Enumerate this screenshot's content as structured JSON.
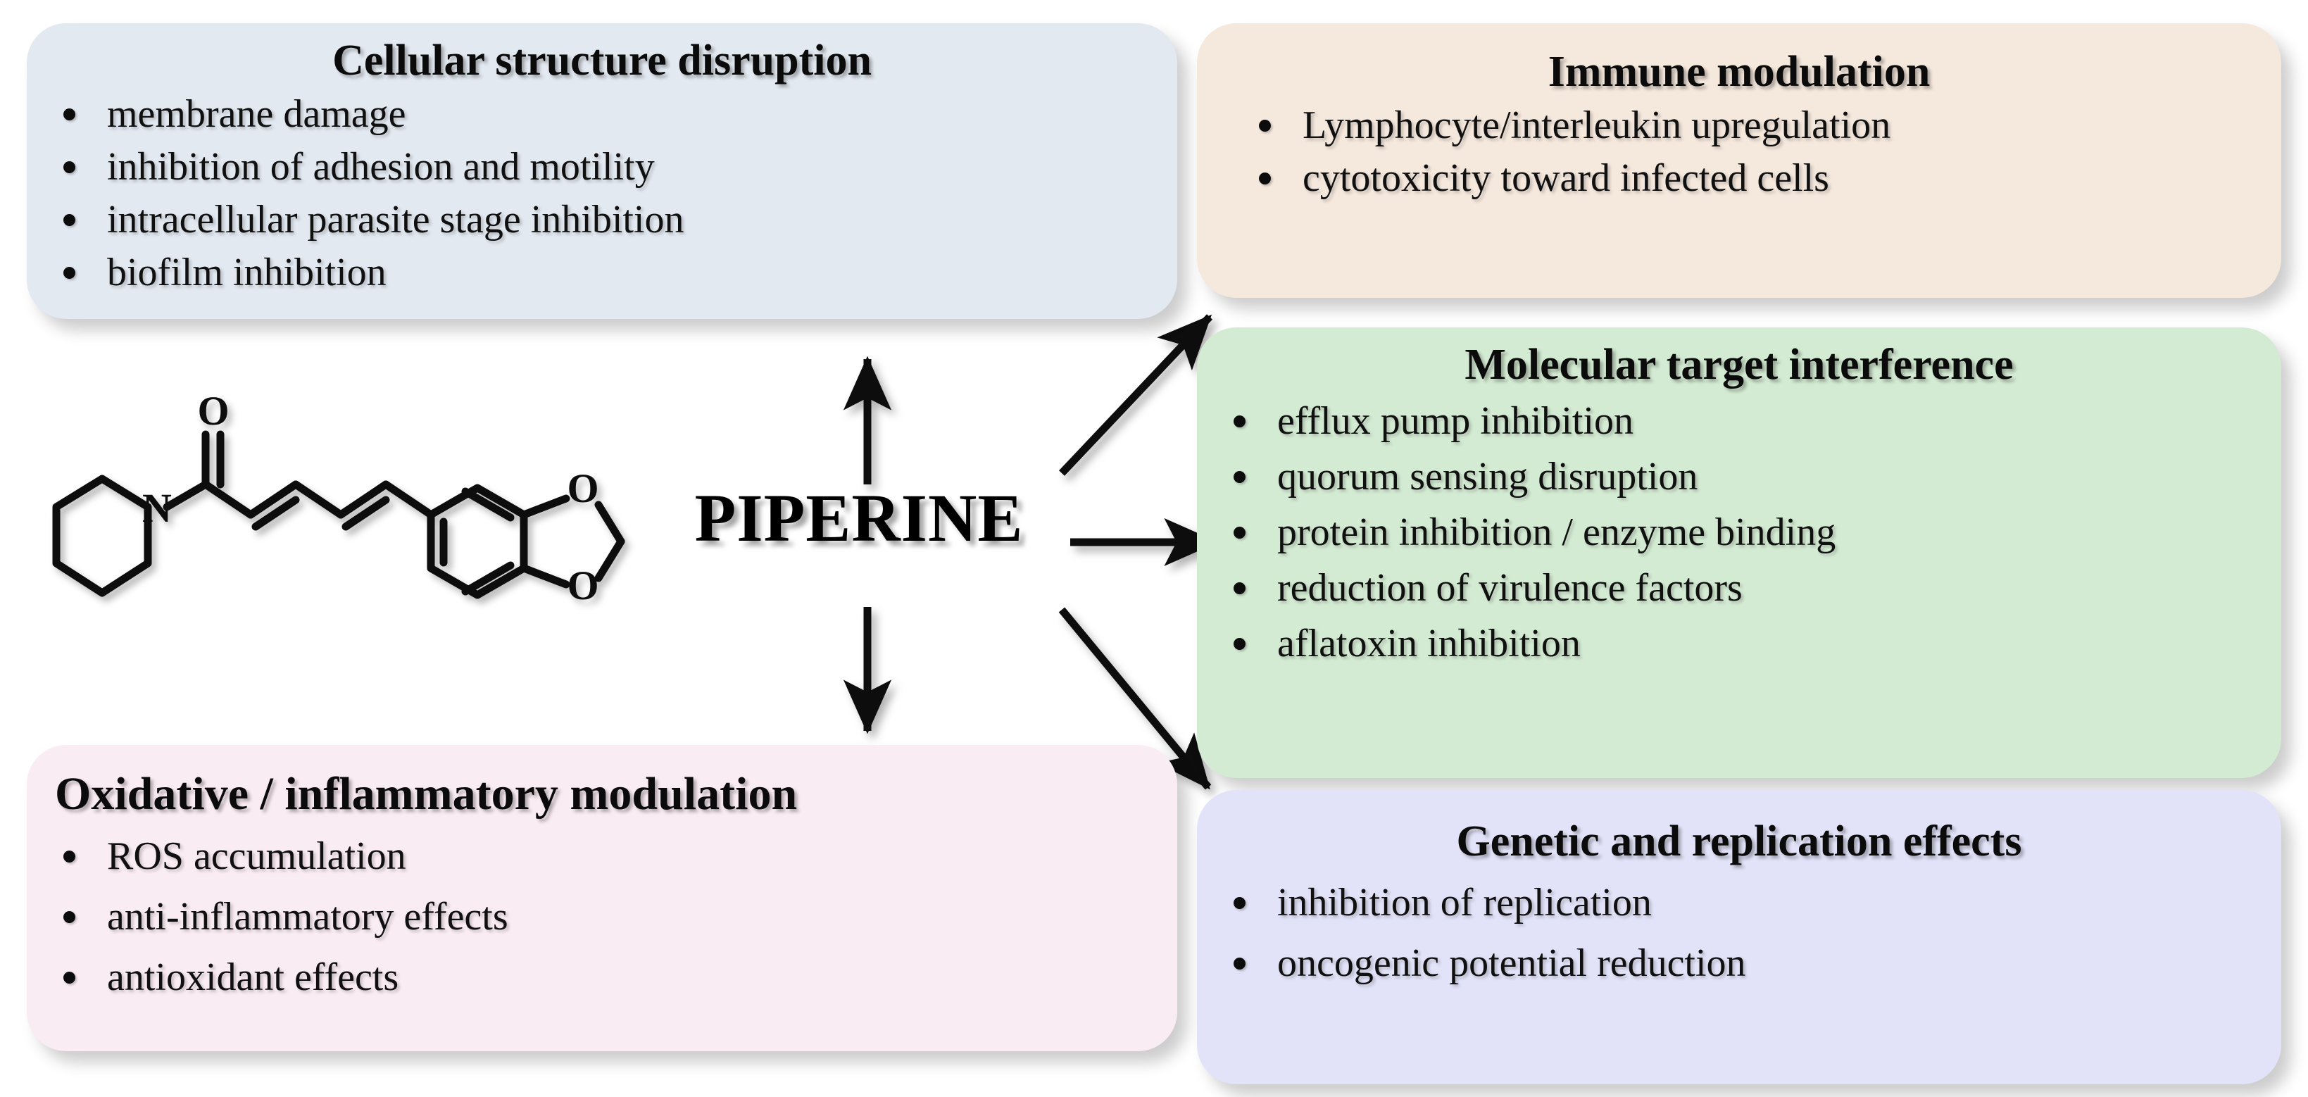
{
  "figure": {
    "center_label": "PIPERINE",
    "molecule_name": "piperine-structure",
    "molecule_atom_labels": [
      "O",
      "N",
      "O",
      "O"
    ]
  },
  "panels": [
    {
      "id": "cellular",
      "title": "Cellular structure disruption",
      "color": "#e3e9f1",
      "items": [
        "membrane damage",
        "inhibition of adhesion and motility",
        "intracellular parasite stage inhibition",
        "biofilm inhibition"
      ]
    },
    {
      "id": "immune",
      "title": "Immune modulation",
      "color": "#f5e8dd",
      "items": [
        "Lymphocyte/interleukin upregulation",
        "cytotoxicity toward infected cells"
      ]
    },
    {
      "id": "molecular",
      "title": "Molecular target interference",
      "color": "#d4ebd3",
      "items": [
        "efflux pump inhibition",
        "quorum sensing disruption",
        "protein inhibition / enzyme binding",
        "reduction of virulence factors",
        "aflatoxin inhibition"
      ]
    },
    {
      "id": "oxidative",
      "title": "Oxidative / inflammatory modulation",
      "color": "#faecf3",
      "items": [
        "ROS accumulation",
        "anti-inflammatory effects",
        "antioxidant effects"
      ]
    },
    {
      "id": "genetic",
      "title": "Genetic and replication effects",
      "color": "#e2e3f8",
      "items": [
        "inhibition of replication",
        "oncogenic potential reduction"
      ]
    }
  ],
  "arrows": [
    {
      "name": "arrow-up-to-cellular",
      "direction": "up"
    },
    {
      "name": "arrow-down-to-oxidative",
      "direction": "down"
    },
    {
      "name": "arrow-upright-to-immune",
      "direction": "up-right"
    },
    {
      "name": "arrow-right-to-molecular",
      "direction": "right"
    },
    {
      "name": "arrow-downright-to-genetic",
      "direction": "down-right"
    }
  ]
}
